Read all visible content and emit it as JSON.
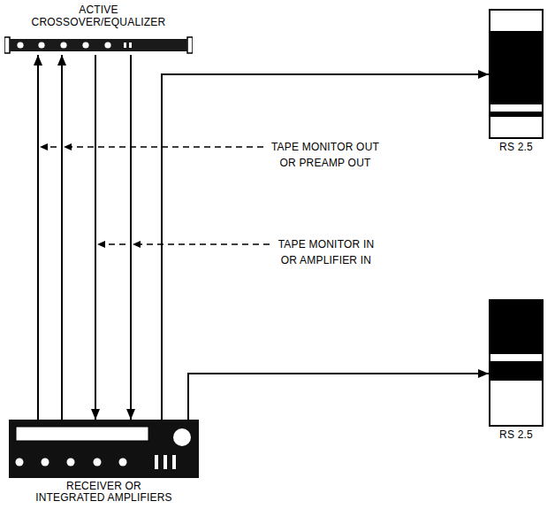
{
  "diagram": {
    "nodes": [
      {
        "text": [
          "ACTIVE CROSSOVER/EQUALIZER"
        ]
      },
      {
        "text": [
          "RS 2.5"
        ]
      },
      {
        "text": [
          "RS 2.5"
        ]
      },
      {
        "text": [
          "RECEIVER OR INTEGRATED AMPLIFIERS"
        ]
      }
    ],
    "edges": [
      {
        "from": 3,
        "to": 0,
        "arrow": "to"
      },
      {
        "from": 3,
        "to": 0,
        "arrow": "to"
      },
      {
        "from": 0,
        "to": 3,
        "arrow": "to"
      },
      {
        "from": 0,
        "to": 3,
        "arrow": "to"
      },
      {
        "from": 3,
        "to": 1,
        "arrow": "to"
      },
      {
        "from": 3,
        "to": 2,
        "arrow": "to"
      }
    ],
    "labels": [
      "TAPE MONITOR OUT OR PREAMP OUT",
      "TAPE MONITOR IN OR AMPLIFIER IN"
    ]
  }
}
